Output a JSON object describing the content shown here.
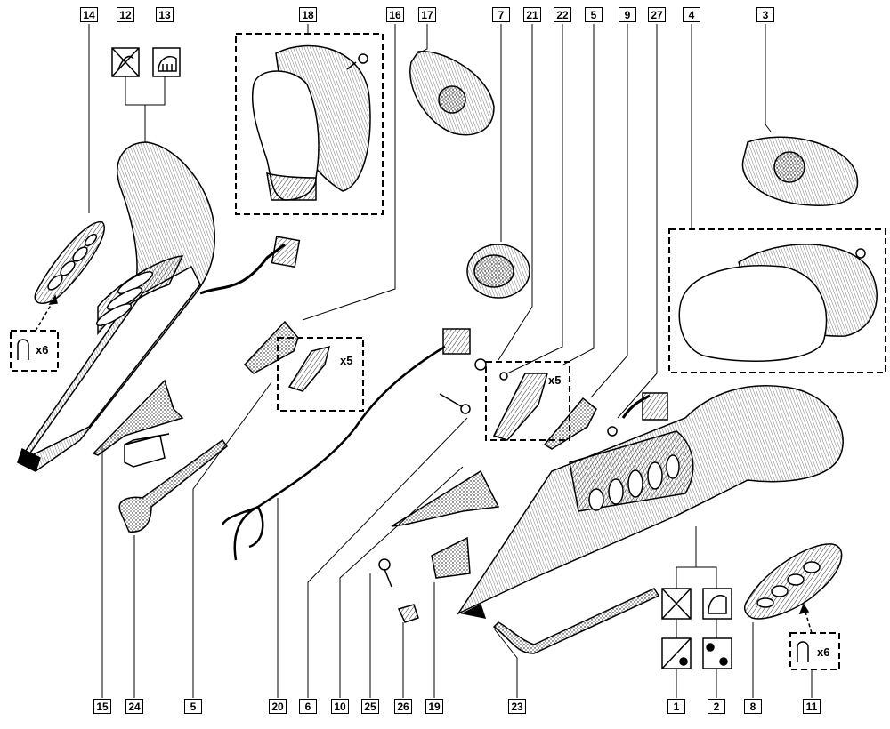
{
  "callouts": {
    "top": [
      "14",
      "12",
      "13",
      "18",
      "16",
      "17",
      "7",
      "21",
      "22",
      "5",
      "9",
      "27",
      "4",
      "3"
    ],
    "bottom": [
      "15",
      "24",
      "5",
      "20",
      "6",
      "10",
      "25",
      "26",
      "19",
      "23",
      "1",
      "2",
      "8",
      "11"
    ]
  },
  "quantities": {
    "clips_left": "x6",
    "clips_right": "x6",
    "brackets_left": "x5",
    "brackets_right": "x5"
  },
  "icons": [
    "heated-mirror-crossed-icon",
    "heated-mirror-icon",
    "mirror-adjust-crossed-icon",
    "mirror-adjust-icon",
    "clip-icon",
    "screw-icon"
  ]
}
